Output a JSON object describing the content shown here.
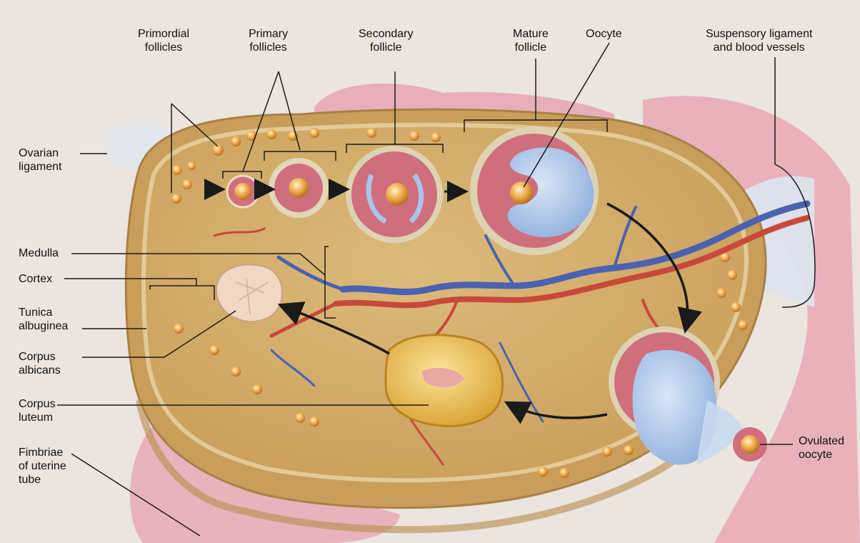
{
  "colors": {
    "background": "#e9e2dd",
    "ovary_tissue": "#d8b370",
    "ovary_rim": "#c49a56",
    "follicle_pink": "#cf6f7e",
    "antrum_blue": "#a9c4e8",
    "oocyte": "#e9a445",
    "vein": "#4a62b0",
    "artery": "#c9483c",
    "corpus_luteum": "#efc150",
    "corpus_albicans": "#f1d8c4",
    "fimbriae_pink": "#f0b7c2",
    "label_text": "#111111"
  },
  "labels": {
    "primordial_follicles": "Primordial\nfollicles",
    "primary_follicles": "Primary\nfollicles",
    "secondary_follicle": "Secondary\nfollicle",
    "mature_follicle": "Mature\nfollicle",
    "oocyte": "Oocyte",
    "suspensory_ligament": "Suspensory ligament\nand blood vessels",
    "ovarian_ligament": "Ovarian\nligament",
    "medulla": "Medulla",
    "cortex": "Cortex",
    "tunica_albuginea": "Tunica\nalbuginea",
    "corpus_albicans": "Corpus\nalbicans",
    "corpus_luteum": "Corpus\nluteum",
    "fimbriae": "Fimbriae\nof uterine\ntube",
    "ovulated_oocyte": "Ovulated\noocyte"
  },
  "icons": {
    "progression_arrow": "arrow-right-icon",
    "ovulation_arrow": "curved-arrow-icon"
  }
}
